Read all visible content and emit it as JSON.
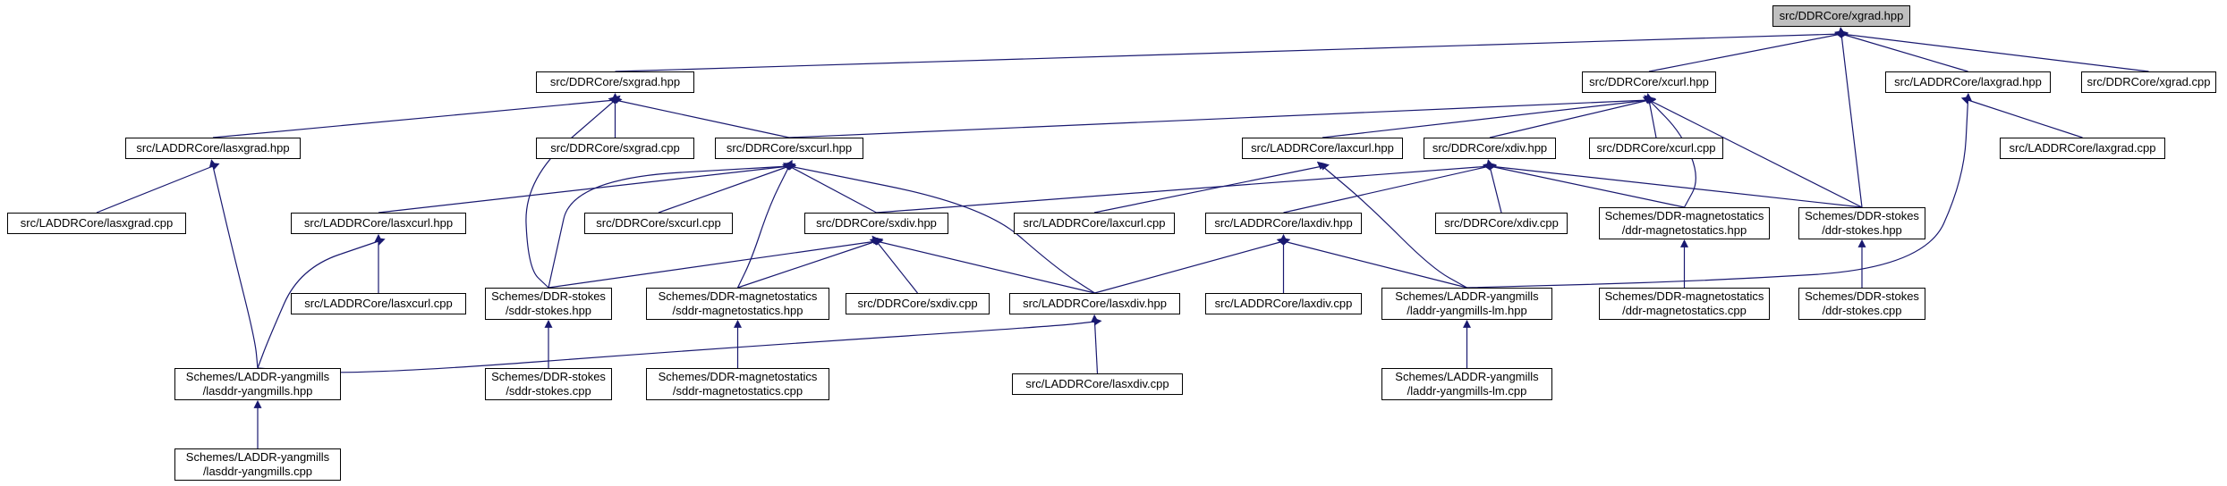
{
  "diagram": {
    "type": "include-dependency-graph",
    "colors": {
      "edge": "#191970",
      "root_fill": "#bfbfbf",
      "node_fill": "#ffffff",
      "node_border": "#000000"
    },
    "nodes": [
      {
        "id": "xgrad_hpp",
        "lines": [
          "src/DDRCore/xgrad.hpp"
        ],
        "root": true
      },
      {
        "id": "sxgrad_hpp",
        "lines": [
          "src/DDRCore/sxgrad.hpp"
        ]
      },
      {
        "id": "xcurl_hpp",
        "lines": [
          "src/DDRCore/xcurl.hpp"
        ]
      },
      {
        "id": "laxgrad_hpp",
        "lines": [
          "src/LADDRCore/laxgrad.hpp"
        ]
      },
      {
        "id": "xgrad_cpp",
        "lines": [
          "src/DDRCore/xgrad.cpp"
        ]
      },
      {
        "id": "lasxgrad_hpp",
        "lines": [
          "src/LADDRCore/lasxgrad.hpp"
        ]
      },
      {
        "id": "sxgrad_cpp",
        "lines": [
          "src/DDRCore/sxgrad.cpp"
        ]
      },
      {
        "id": "sxcurl_hpp",
        "lines": [
          "src/DDRCore/sxcurl.hpp"
        ]
      },
      {
        "id": "laxcurl_hpp",
        "lines": [
          "src/LADDRCore/laxcurl.hpp"
        ]
      },
      {
        "id": "xdiv_hpp",
        "lines": [
          "src/DDRCore/xdiv.hpp"
        ]
      },
      {
        "id": "xcurl_cpp",
        "lines": [
          "src/DDRCore/xcurl.cpp"
        ]
      },
      {
        "id": "laxgrad_cpp",
        "lines": [
          "src/LADDRCore/laxgrad.cpp"
        ]
      },
      {
        "id": "lasxgrad_cpp",
        "lines": [
          "src/LADDRCore/lasxgrad.cpp"
        ]
      },
      {
        "id": "lasxcurl_hpp",
        "lines": [
          "src/LADDRCore/lasxcurl.hpp"
        ]
      },
      {
        "id": "sxcurl_cpp",
        "lines": [
          "src/DDRCore/sxcurl.cpp"
        ]
      },
      {
        "id": "sxdiv_hpp",
        "lines": [
          "src/DDRCore/sxdiv.hpp"
        ]
      },
      {
        "id": "laxcurl_cpp",
        "lines": [
          "src/LADDRCore/laxcurl.cpp"
        ]
      },
      {
        "id": "laxdiv_hpp",
        "lines": [
          "src/LADDRCore/laxdiv.hpp"
        ]
      },
      {
        "id": "xdiv_cpp",
        "lines": [
          "src/DDRCore/xdiv.cpp"
        ]
      },
      {
        "id": "ddr_mag_hpp",
        "lines": [
          "Schemes/DDR-magnetostatics",
          "/ddr-magnetostatics.hpp"
        ]
      },
      {
        "id": "ddr_stokes_hpp",
        "lines": [
          "Schemes/DDR-stokes",
          "/ddr-stokes.hpp"
        ]
      },
      {
        "id": "lasxcurl_cpp",
        "lines": [
          "src/LADDRCore/lasxcurl.cpp"
        ]
      },
      {
        "id": "sddr_stokes_hpp",
        "lines": [
          "Schemes/DDR-stokes",
          "/sddr-stokes.hpp"
        ]
      },
      {
        "id": "sddr_mag_hpp",
        "lines": [
          "Schemes/DDR-magnetostatics",
          "/sddr-magnetostatics.hpp"
        ]
      },
      {
        "id": "sxdiv_cpp",
        "lines": [
          "src/DDRCore/sxdiv.cpp"
        ]
      },
      {
        "id": "lasxdiv_hpp",
        "lines": [
          "src/LADDRCore/lasxdiv.hpp"
        ]
      },
      {
        "id": "laxdiv_cpp",
        "lines": [
          "src/LADDRCore/laxdiv.cpp"
        ]
      },
      {
        "id": "laddr_ym_lm_hpp",
        "lines": [
          "Schemes/LADDR-yangmills",
          "/laddr-yangmills-lm.hpp"
        ]
      },
      {
        "id": "ddr_mag_cpp",
        "lines": [
          "Schemes/DDR-magnetostatics",
          "/ddr-magnetostatics.cpp"
        ]
      },
      {
        "id": "ddr_stokes_cpp",
        "lines": [
          "Schemes/DDR-stokes",
          "/ddr-stokes.cpp"
        ]
      },
      {
        "id": "lasddr_ym_hpp",
        "lines": [
          "Schemes/LADDR-yangmills",
          "/lasddr-yangmills.hpp"
        ]
      },
      {
        "id": "sddr_stokes_cpp",
        "lines": [
          "Schemes/DDR-stokes",
          "/sddr-stokes.cpp"
        ]
      },
      {
        "id": "sddr_mag_cpp",
        "lines": [
          "Schemes/DDR-magnetostatics",
          "/sddr-magnetostatics.cpp"
        ]
      },
      {
        "id": "lasxdiv_cpp",
        "lines": [
          "src/LADDRCore/lasxdiv.cpp"
        ]
      },
      {
        "id": "laddr_ym_lm_cpp",
        "lines": [
          "Schemes/LADDR-yangmills",
          "/laddr-yangmills-lm.cpp"
        ]
      },
      {
        "id": "lasddr_ym_cpp",
        "lines": [
          "Schemes/LADDR-yangmills",
          "/lasddr-yangmills.cpp"
        ]
      }
    ],
    "edges": [
      [
        "xgrad_hpp",
        "sxgrad_hpp"
      ],
      [
        "xgrad_hpp",
        "xcurl_hpp"
      ],
      [
        "xgrad_hpp",
        "laxgrad_hpp"
      ],
      [
        "xgrad_hpp",
        "xgrad_cpp"
      ],
      [
        "xgrad_hpp",
        "ddr_stokes_hpp"
      ],
      [
        "sxgrad_hpp",
        "lasxgrad_hpp"
      ],
      [
        "sxgrad_hpp",
        "sxgrad_cpp"
      ],
      [
        "sxgrad_hpp",
        "sxcurl_hpp"
      ],
      [
        "sxgrad_hpp",
        "sddr_stokes_hpp"
      ],
      [
        "xcurl_hpp",
        "sxcurl_hpp"
      ],
      [
        "xcurl_hpp",
        "laxcurl_hpp"
      ],
      [
        "xcurl_hpp",
        "xdiv_hpp"
      ],
      [
        "xcurl_hpp",
        "xcurl_cpp"
      ],
      [
        "xcurl_hpp",
        "ddr_mag_hpp"
      ],
      [
        "xcurl_hpp",
        "ddr_stokes_hpp"
      ],
      [
        "laxgrad_hpp",
        "laxgrad_cpp"
      ],
      [
        "laxgrad_hpp",
        "laddr_ym_lm_hpp"
      ],
      [
        "lasxgrad_hpp",
        "lasxgrad_cpp"
      ],
      [
        "lasxgrad_hpp",
        "lasddr_ym_hpp"
      ],
      [
        "sxcurl_hpp",
        "lasxcurl_hpp"
      ],
      [
        "sxcurl_hpp",
        "sxcurl_cpp"
      ],
      [
        "sxcurl_hpp",
        "sxdiv_hpp"
      ],
      [
        "sxcurl_hpp",
        "sddr_stokes_hpp"
      ],
      [
        "sxcurl_hpp",
        "sddr_mag_hpp"
      ],
      [
        "sxcurl_hpp",
        "lasxdiv_hpp"
      ],
      [
        "laxcurl_hpp",
        "laxcurl_cpp"
      ],
      [
        "laxcurl_hpp",
        "laddr_ym_lm_hpp"
      ],
      [
        "xdiv_hpp",
        "sxdiv_hpp"
      ],
      [
        "xdiv_hpp",
        "laxdiv_hpp"
      ],
      [
        "xdiv_hpp",
        "xdiv_cpp"
      ],
      [
        "xdiv_hpp",
        "ddr_mag_hpp"
      ],
      [
        "xdiv_hpp",
        "ddr_stokes_hpp"
      ],
      [
        "lasxcurl_hpp",
        "lasxcurl_cpp"
      ],
      [
        "lasxcurl_hpp",
        "lasddr_ym_hpp"
      ],
      [
        "sxdiv_hpp",
        "sddr_stokes_hpp"
      ],
      [
        "sxdiv_hpp",
        "sddr_mag_hpp"
      ],
      [
        "sxdiv_hpp",
        "sxdiv_cpp"
      ],
      [
        "sxdiv_hpp",
        "lasxdiv_hpp"
      ],
      [
        "laxdiv_hpp",
        "lasxdiv_hpp"
      ],
      [
        "laxdiv_hpp",
        "laxdiv_cpp"
      ],
      [
        "laxdiv_hpp",
        "laddr_ym_lm_hpp"
      ],
      [
        "ddr_mag_hpp",
        "ddr_mag_cpp"
      ],
      [
        "ddr_stokes_hpp",
        "ddr_stokes_cpp"
      ],
      [
        "sddr_stokes_hpp",
        "sddr_stokes_cpp"
      ],
      [
        "sddr_mag_hpp",
        "sddr_mag_cpp"
      ],
      [
        "lasxdiv_hpp",
        "lasxdiv_cpp"
      ],
      [
        "lasxdiv_hpp",
        "lasddr_ym_hpp"
      ],
      [
        "laddr_ym_lm_hpp",
        "laddr_ym_lm_cpp"
      ],
      [
        "lasddr_ym_hpp",
        "lasddr_ym_cpp"
      ]
    ]
  }
}
